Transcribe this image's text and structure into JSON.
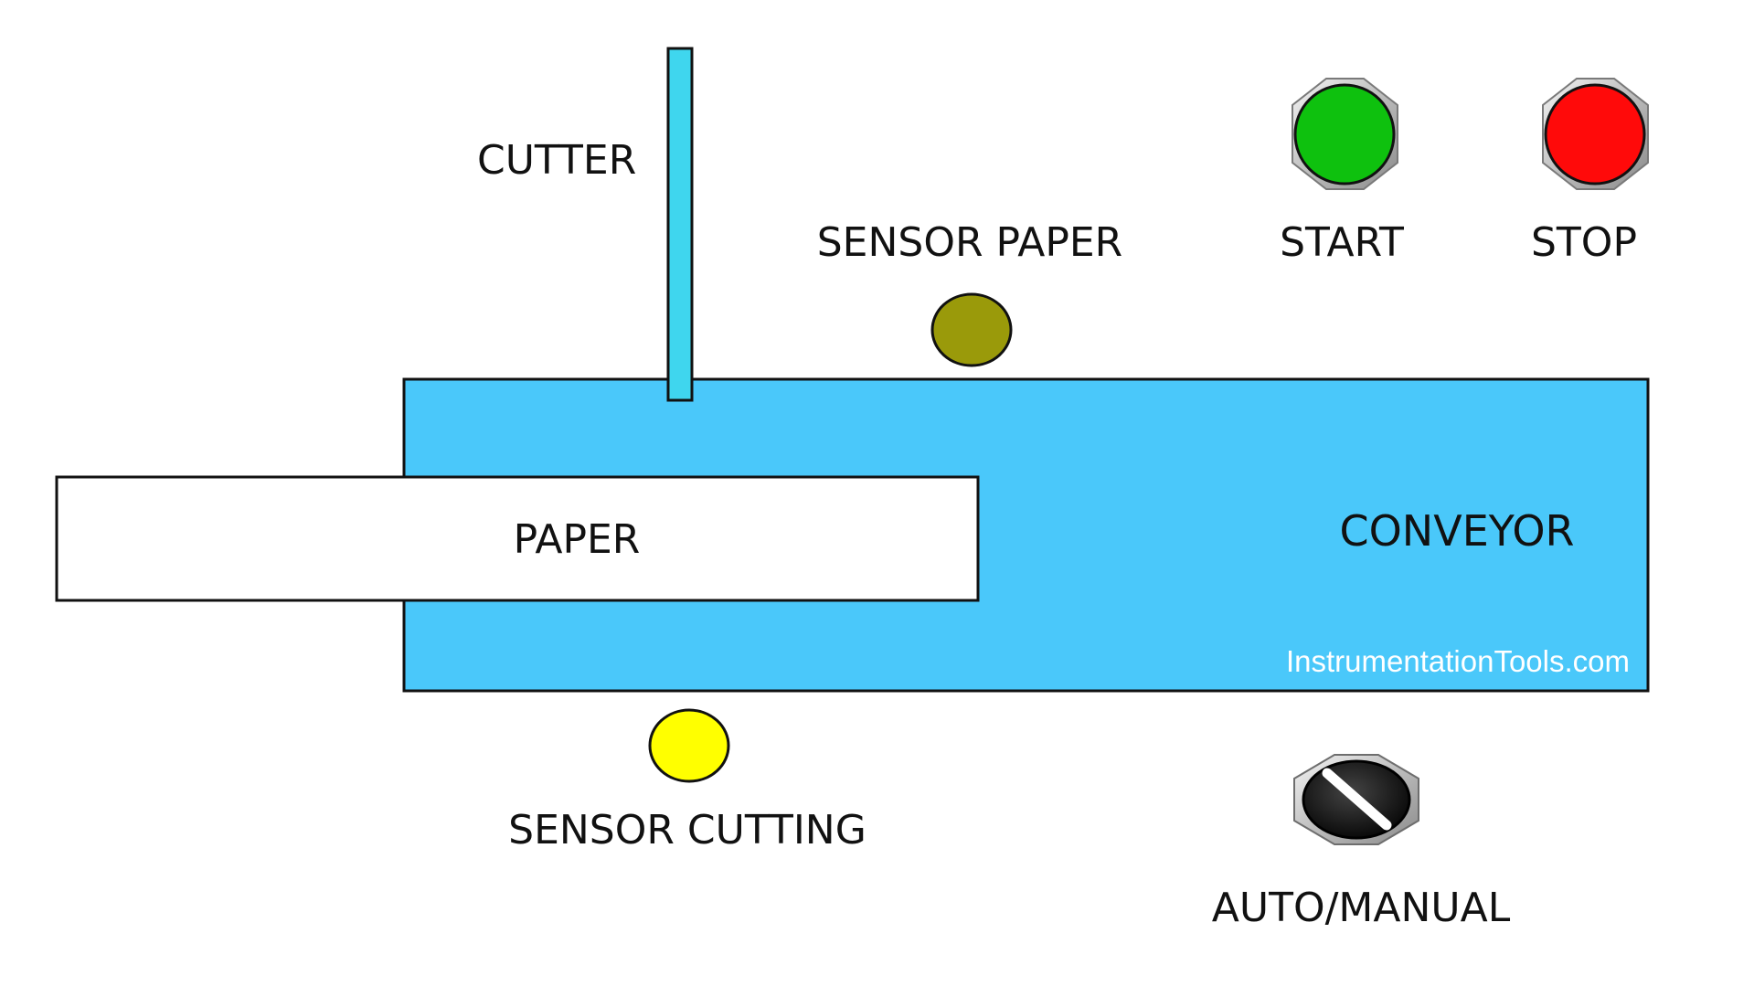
{
  "labels": {
    "cutter": "CUTTER",
    "sensor_paper": "SENSOR PAPER",
    "start": "START",
    "stop": "STOP",
    "paper": "PAPER",
    "conveyor": "CONVEYOR",
    "sensor_cutting": "SENSOR CUTTING",
    "auto_manual": "AUTO/MANUAL"
  },
  "watermark": "InstrumentationTools.com",
  "colors": {
    "conveyor": "#4ac8fa",
    "cutter": "#3fd6ee",
    "start_button": "#0ec10e",
    "stop_button": "#ff0a0a",
    "sensor_paper": "#9a9a0a",
    "sensor_cutting": "#ffff00",
    "paper": "#ffffff",
    "selector_switch": "#111111"
  },
  "icons": {
    "start": "push-button",
    "stop": "push-button",
    "auto_manual": "selector-switch"
  }
}
